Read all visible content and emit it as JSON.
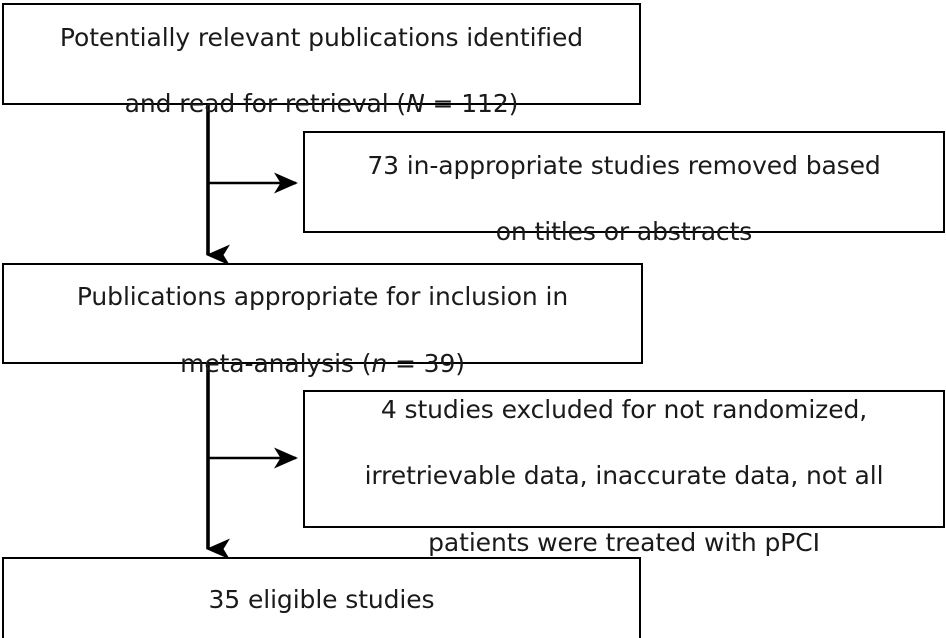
{
  "diagram": {
    "type": "flowchart",
    "title": "Study selection flow diagram",
    "orientation": "top-to-bottom",
    "colors": {
      "box_border": "#000000",
      "box_fill": "#ffffff",
      "text": "#1a1a1a",
      "connector": "#000000",
      "background": "#ffffff"
    },
    "nodes": [
      {
        "id": "identified",
        "kind": "main",
        "label": "Potentially relevant publications identified\nand read for retrieval (N = 112)",
        "line1": "Potentially relevant publications identified",
        "line2_prefix": "and read for retrieval (",
        "line2_italic": "N",
        "line2_suffix": " = 112)",
        "count": 112,
        "count_symbol": "N"
      },
      {
        "id": "excluded-titles",
        "kind": "exclusion",
        "label": "73 in-appropriate studies removed based\non titles or abstracts",
        "line1": "73 in-appropriate studies removed based",
        "line2": "on titles or abstracts",
        "count": 73
      },
      {
        "id": "included",
        "kind": "main",
        "label": "Publications appropriate for inclusion in\nmeta-analysis (n = 39)",
        "line1": "Publications appropriate for inclusion in",
        "line2_prefix": "meta-analysis (",
        "line2_italic": "n",
        "line2_suffix": " = 39)",
        "count": 39,
        "count_symbol": "n"
      },
      {
        "id": "excluded-data",
        "kind": "exclusion",
        "label": "4 studies excluded for not randomized,\nirretrievable data, inaccurate data, not all\npatients were treated with pPCI",
        "line1": "4 studies excluded for not randomized,",
        "line2": "irretrievable data, inaccurate data, not all",
        "line3": "patients were treated with pPCI",
        "count": 4
      },
      {
        "id": "eligible",
        "kind": "main",
        "label": "35 eligible studies",
        "line1": "35 eligible studies",
        "count": 35
      }
    ],
    "edges": [
      {
        "id": "identified-to-included",
        "from": "identified",
        "to": "included",
        "direction": "down",
        "arrowhead": true
      },
      {
        "id": "identified-to-excluded-titles",
        "from": "identified",
        "to": "excluded-titles",
        "direction": "right",
        "arrowhead": true
      },
      {
        "id": "included-to-eligible",
        "from": "included",
        "to": "eligible",
        "direction": "down",
        "arrowhead": true
      },
      {
        "id": "included-to-excluded-data",
        "from": "included",
        "to": "excluded-data",
        "direction": "right",
        "arrowhead": true
      }
    ]
  }
}
